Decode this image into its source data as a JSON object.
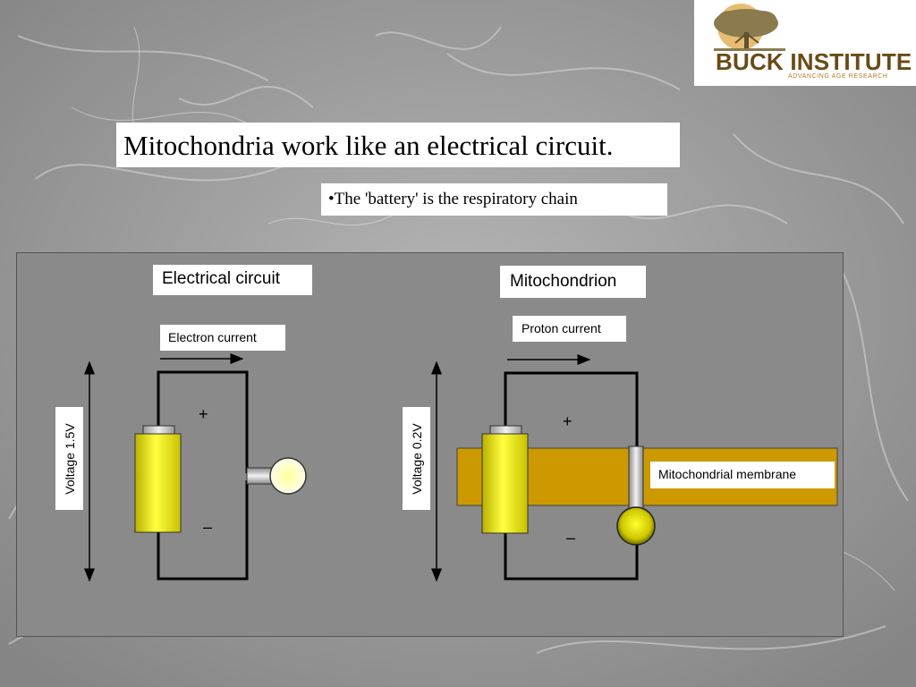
{
  "slide": {
    "title": "Mitochondria work like an electrical circuit.",
    "bullet": "•The 'battery' is the respiratory chain"
  },
  "logo": {
    "name": "BUCK INSTITUTE",
    "tagline": "ADVANCING AGE RESEARCH",
    "icon": "tree-icon"
  },
  "diagram": {
    "electrical": {
      "heading": "Electrical circuit",
      "current_label": "Electron current",
      "voltage_label": "Voltage 1.5V",
      "plus": "+",
      "minus": "–"
    },
    "mitochondrion": {
      "heading": "Mitochondrion",
      "current_label": "Proton current",
      "voltage_label": "Voltage 0.2V",
      "membrane_label": "Mitochondrial membrane",
      "plus": "+",
      "minus": "–"
    },
    "colors": {
      "battery": "#e8e000",
      "membrane": "#cc9900",
      "bulb": "#ffffcc",
      "wire": "#000000"
    }
  }
}
